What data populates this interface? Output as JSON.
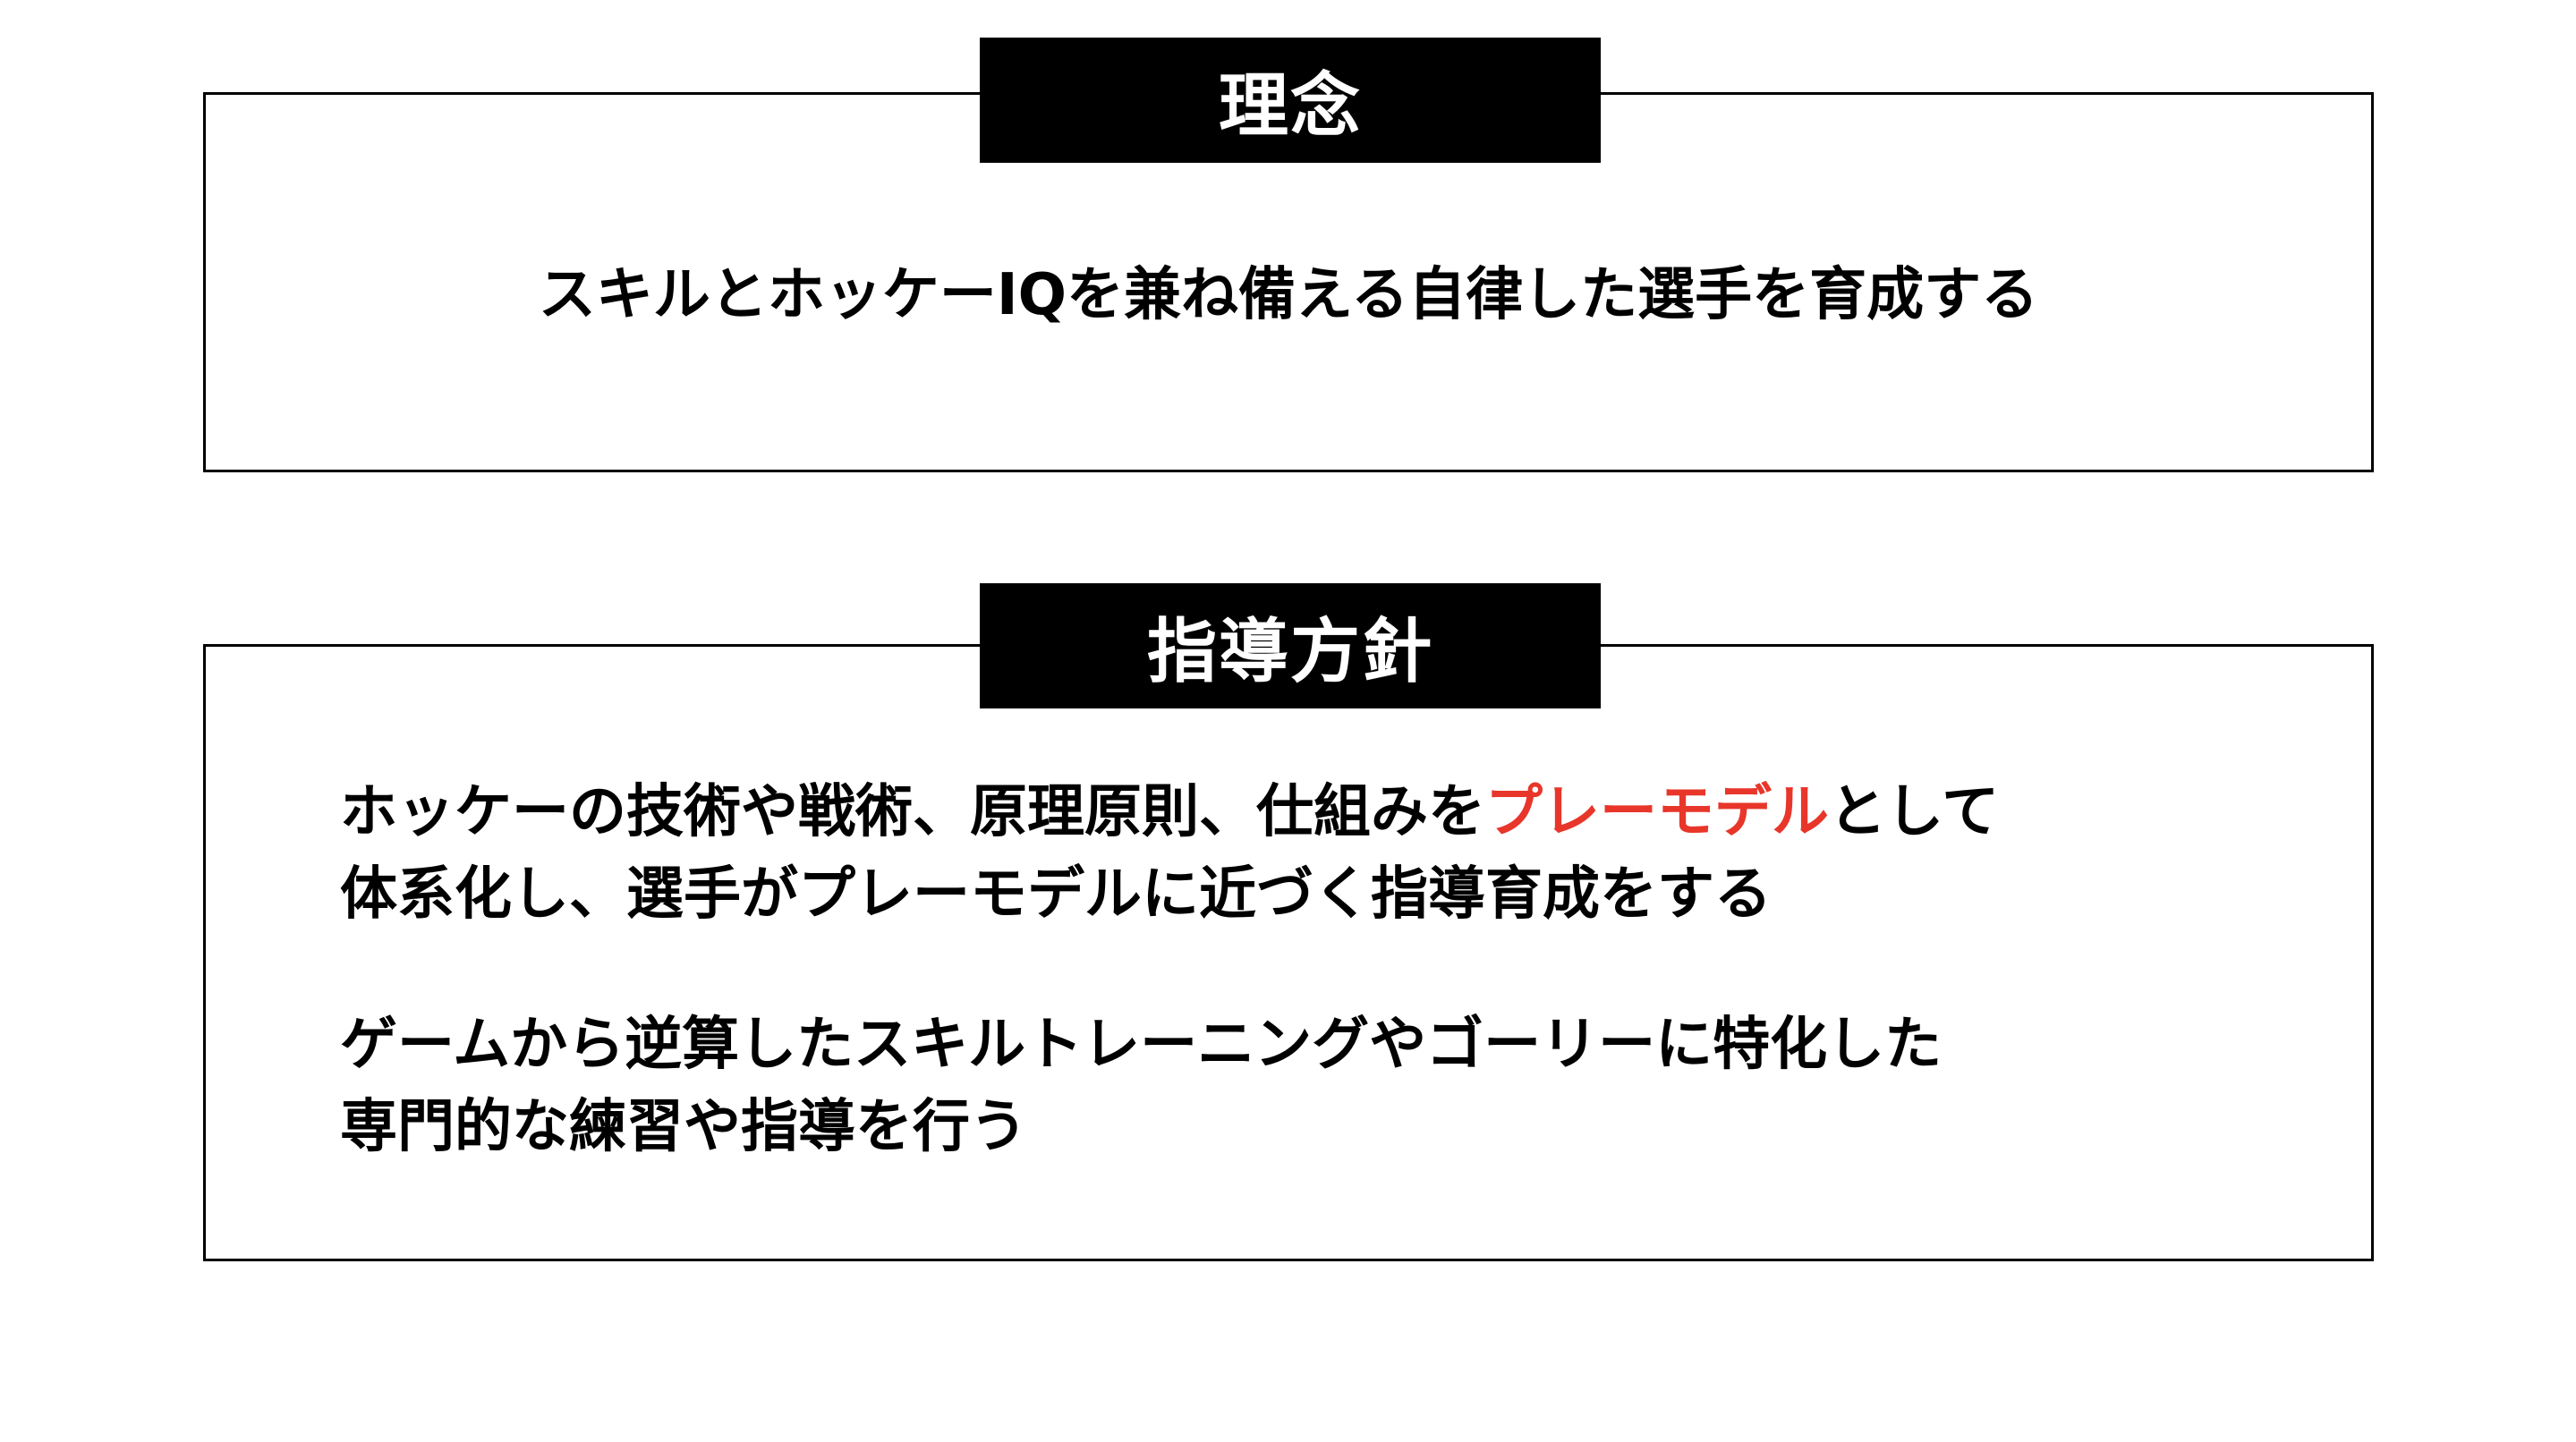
{
  "philosophy": {
    "heading": "理念",
    "statement": "スキルとホッケーIQを兼ね備える自律した選手を育成する"
  },
  "policy": {
    "heading": "指導方針",
    "item1": {
      "line1_before": "ホッケーの技術や戦術、原理原則、仕組みを",
      "line1_highlight": "プレーモデル",
      "line1_after": "として",
      "line2": "体系化し、選手がプレーモデルに近づく指導育成をする"
    },
    "item2": {
      "line1": "ゲームから逆算したスキルトレーニングやゴーリーに特化した",
      "line2": "専門的な練習や指導を行う"
    }
  },
  "colors": {
    "accent": "#e8362a",
    "heading_bg": "#000000",
    "heading_text": "#ffffff"
  }
}
